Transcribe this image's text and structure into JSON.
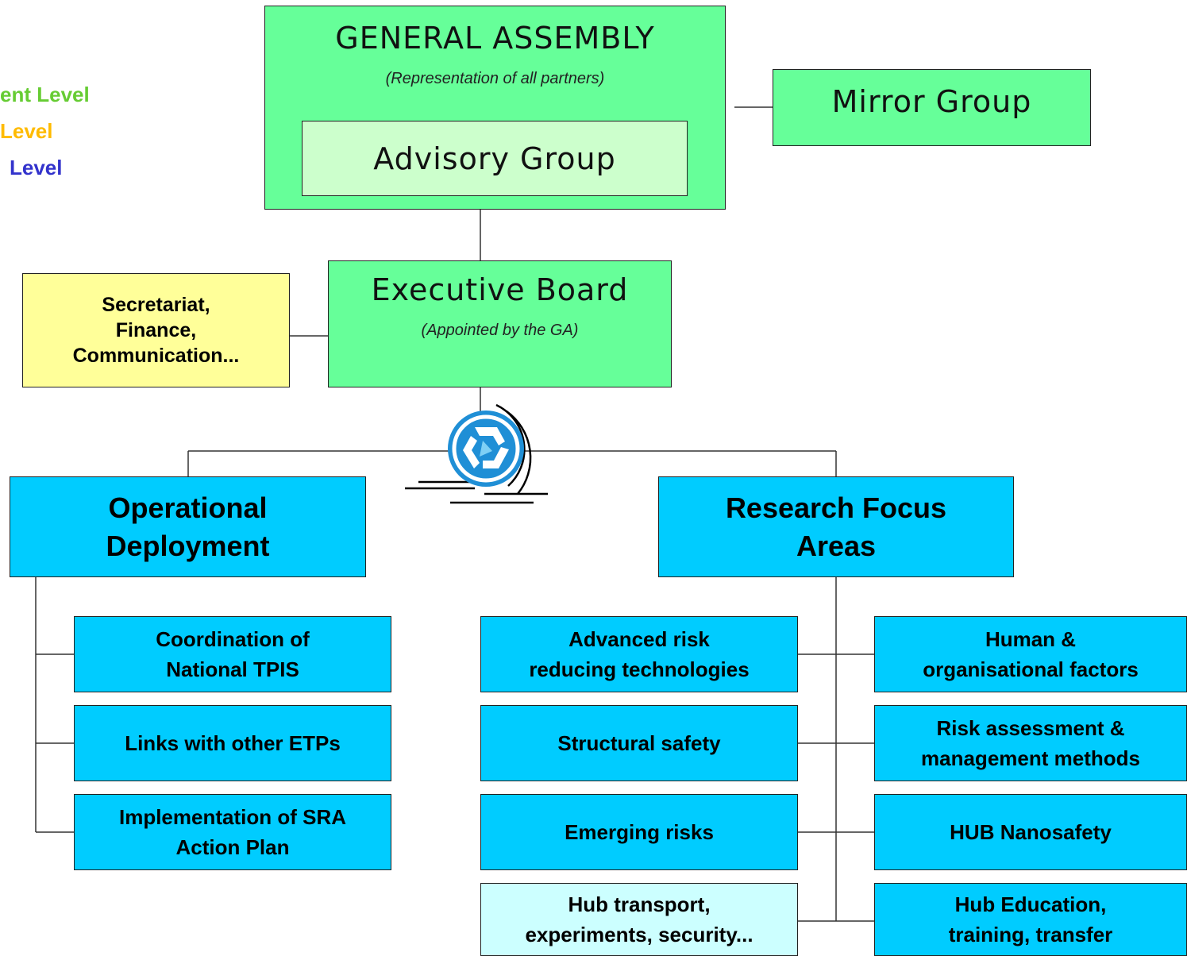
{
  "legend": {
    "items": [
      {
        "text": "ent Level",
        "color": "#66cc33"
      },
      {
        "text": "Level",
        "color": "#ffbb00"
      },
      {
        "text": "Level",
        "color": "#3333cc"
      }
    ]
  },
  "general_assembly": {
    "title": "GENERAL ASSEMBLY",
    "subtitle": "(Representation of all partners)",
    "advisory_group": "Advisory Group"
  },
  "mirror_group": "Mirror Group",
  "executive_board": {
    "title": "Executive Board",
    "subtitle": "(Appointed by the GA)"
  },
  "secretariat": {
    "lines": [
      "Secretariat,",
      "Finance,",
      "Communication..."
    ]
  },
  "operational_deployment": {
    "title_lines": [
      "Operational",
      "Deployment"
    ],
    "items": [
      {
        "lines": [
          "Coordination of",
          "National TPIS"
        ]
      },
      {
        "lines": [
          "Links with other ETPs"
        ]
      },
      {
        "lines": [
          "Implementation of SRA",
          "Action Plan"
        ]
      }
    ]
  },
  "research_focus_areas": {
    "title_lines": [
      "Research Focus",
      "Areas"
    ],
    "left_items": [
      {
        "lines": [
          "Advanced risk",
          "reducing technologies"
        ]
      },
      {
        "lines": [
          "Structural safety"
        ]
      },
      {
        "lines": [
          "Emerging risks"
        ]
      },
      {
        "lines": [
          "Hub transport,",
          "experiments, security..."
        ]
      }
    ],
    "right_items": [
      {
        "lines": [
          "Human &",
          "organisational factors"
        ]
      },
      {
        "lines": [
          "Risk assessment &",
          "management methods"
        ]
      },
      {
        "lines": [
          "HUB Nanosafety"
        ]
      },
      {
        "lines": [
          "Hub Education,",
          "training, transfer"
        ]
      }
    ]
  },
  "icons": {
    "recycle": "recycle-icon"
  },
  "colors": {
    "assembly_green": "#66ff99",
    "advisory_green": "#ccffcc",
    "secretariat_yellow": "#ffff99",
    "work_cyan": "#00ccff",
    "hub_pale_cyan": "#ccffff"
  }
}
